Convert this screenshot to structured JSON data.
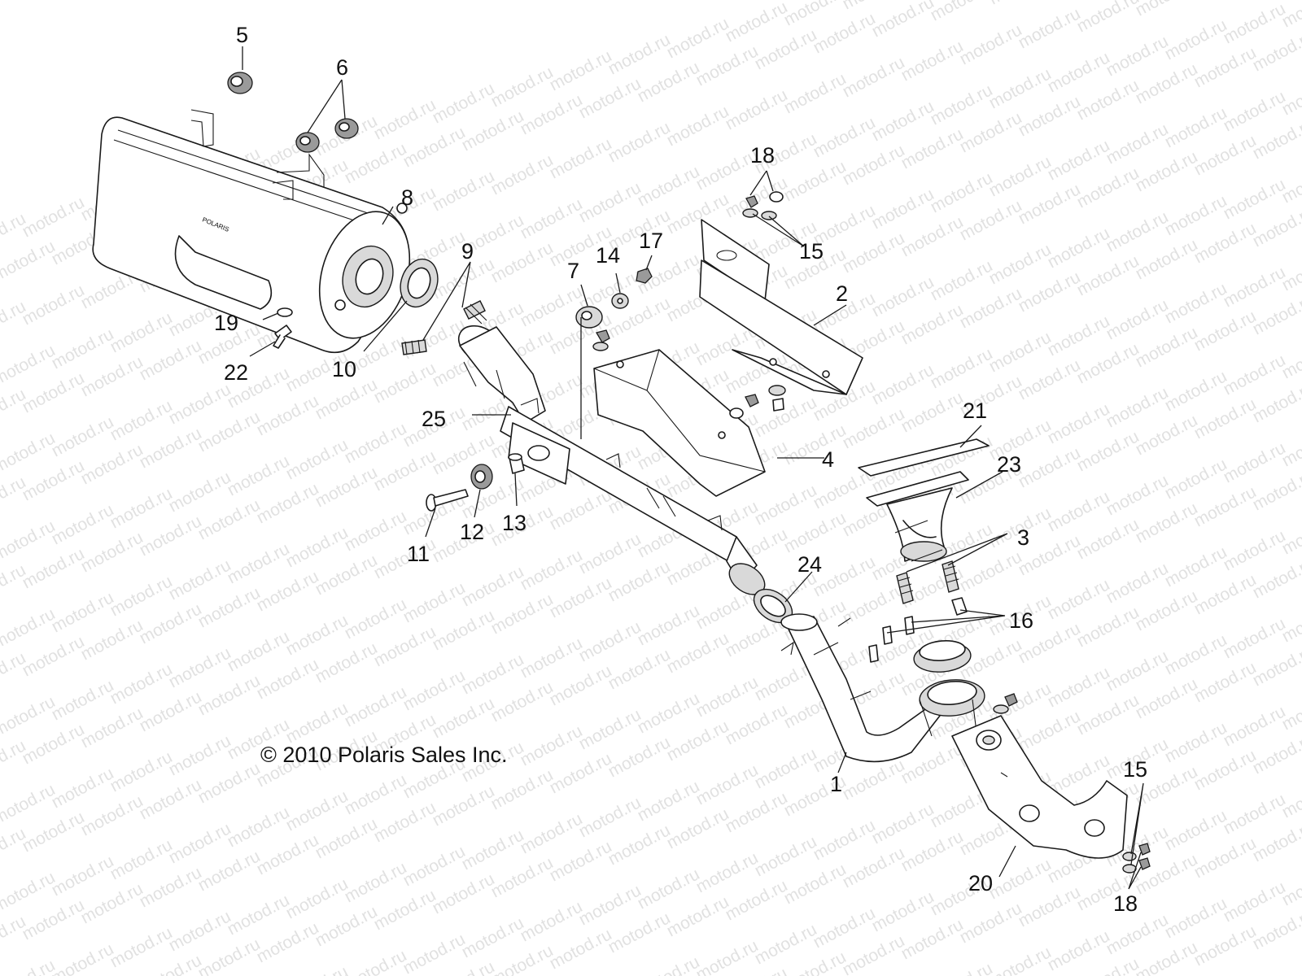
{
  "watermark": "motod.ru",
  "copyright": "© 2010 Polaris Sales Inc.",
  "callouts": {
    "c1": "1",
    "c2": "2",
    "c3": "3",
    "c4": "4",
    "c5": "5",
    "c6": "6",
    "c7": "7",
    "c8": "8",
    "c9": "9",
    "c10": "10",
    "c11": "11",
    "c12": "12",
    "c13": "13",
    "c14": "14",
    "c15a": "15",
    "c15b": "15",
    "c16": "16",
    "c17": "17",
    "c18a": "18",
    "c18b": "18",
    "c19": "19",
    "c20": "20",
    "c21": "21",
    "c22": "22",
    "c23": "23",
    "c24": "24",
    "c25": "25"
  }
}
